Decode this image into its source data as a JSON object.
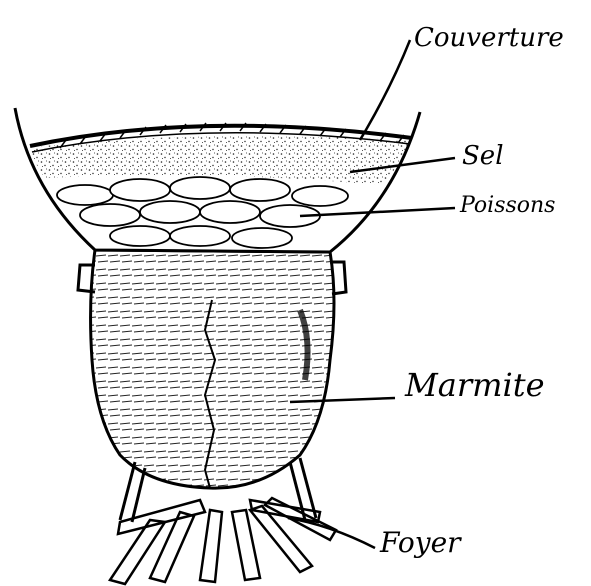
{
  "labels": {
    "couverture": "Couverture",
    "sel": "Sel",
    "poissons": "Poissons",
    "marmite": "Marmite",
    "foyer": "Foyer"
  }
}
